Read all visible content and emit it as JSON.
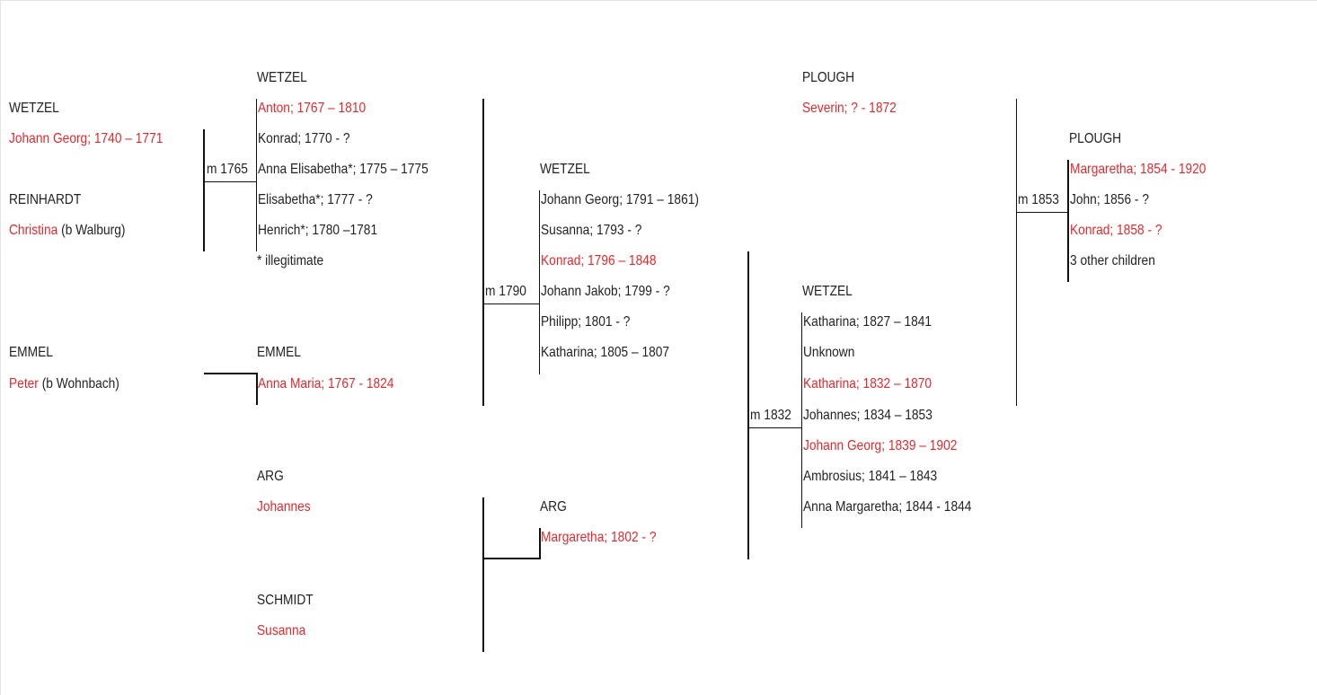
{
  "gen1": {
    "wetzel_family": "WETZEL",
    "johann_georg": "Johann Georg; 1740 – 1771",
    "reinhardt_family": "REINHARDT",
    "christina_name": "Christina",
    "christina_origin": " (b Walburg)",
    "marriage": "m 1765",
    "emmel_family": "EMMEL",
    "peter_name": "Peter",
    "peter_origin": " (b Wohnbach)"
  },
  "gen2": {
    "wetzel_family": "WETZEL",
    "children": [
      "Anton; 1767 – 1810",
      "Konrad; 1770 - ?",
      "Anna Elisabetha*; 1775 – 1775",
      "Elisabetha*; 1777 - ?",
      "Henrich*; 1780 –1781"
    ],
    "note": "* illegitimate",
    "emmel_family": "EMMEL",
    "anna_maria": "Anna Maria; 1767 - 1824",
    "arg_family": "ARG",
    "johannes": "Johannes",
    "schmidt_family": "SCHMIDT",
    "susanna": "Susanna"
  },
  "gen3": {
    "wetzel_family": "WETZEL",
    "marriage": "m 1790",
    "children": [
      "Johann Georg; 1791 – 1861)",
      "Susanna; 1793 - ?",
      "Konrad; 1796 – 1848",
      "Johann Jakob; 1799 - ?",
      "Philipp; 1801 - ?",
      "Katharina; 1805 – 1807"
    ],
    "arg_family": "ARG",
    "margaretha": "Margaretha; 1802 - ?"
  },
  "gen4": {
    "plough_family": "PLOUGH",
    "severin": "Severin; ? - 1872",
    "wetzel_family": "WETZEL",
    "marriage": "m 1832",
    "children": [
      "Katharina; 1827 – 1841",
      "Unknown",
      "Katharina; 1832 – 1870",
      "Johannes; 1834 – 1853",
      "Johann Georg; 1839 – 1902",
      "Ambrosius; 1841 – 1843",
      "Anna Margaretha; 1844 - 1844"
    ]
  },
  "gen5": {
    "plough_family": "PLOUGH",
    "marriage": "m 1853",
    "children": [
      "Margaretha; 1854 - 1920",
      "John; 1856 - ?",
      "Konrad; 1858 - ?",
      "3 other children"
    ]
  },
  "colors": {
    "direct_line": "#e8262b",
    "text": "#222222",
    "lines": "#111111"
  }
}
